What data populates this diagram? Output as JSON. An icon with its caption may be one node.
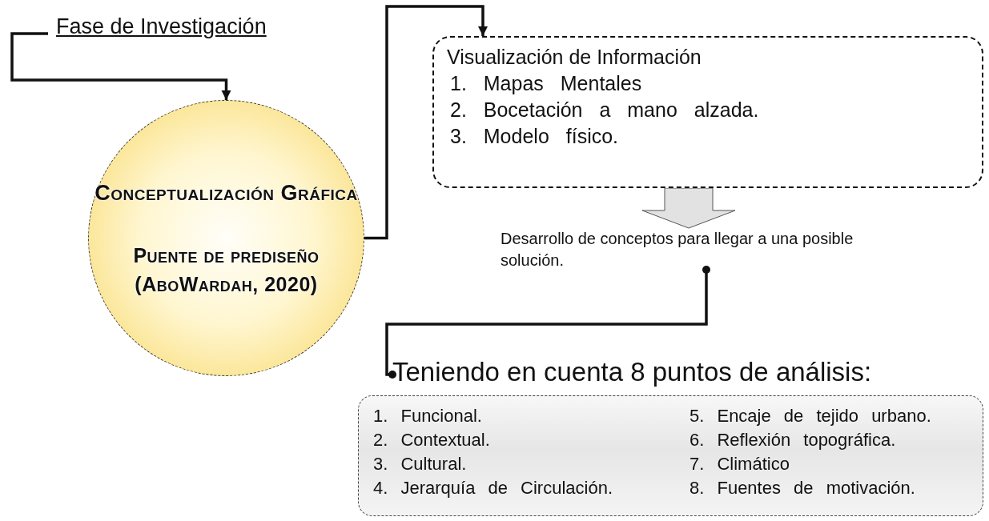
{
  "diagram": {
    "nodes": [
      {
        "text": [
          "Fase de Investigación"
        ]
      },
      {
        "text": [
          "Conceptualización Gráfica",
          "Puente de prediseño (AboWardah, 2020)"
        ]
      },
      {
        "text": [
          "Visualización de Información",
          "1. Mapas Mentales",
          "2. Bocetación a mano alzada.",
          "3. Modelo físico."
        ]
      },
      {
        "text": [
          "Desarrollo de conceptos para llegar a una posible solución."
        ]
      },
      {
        "text": [
          "Teniendo en cuenta 8 puntos de análisis:"
        ]
      },
      {
        "text": [
          "1. Funcional.",
          "2. Contextual.",
          "3. Cultural.",
          "4. Jerarquía de Circulación.",
          "5. Encaje de tejido urbano.",
          "6. Reflexión topográfica.",
          "7. Climático",
          "8. Fuentes de motivación."
        ]
      }
    ],
    "edges": [
      {
        "from": 0,
        "to": 1,
        "arrow": "to"
      },
      {
        "from": 1,
        "to": 2,
        "arrow": "to"
      },
      {
        "from": 2,
        "to": 3,
        "arrow": "to",
        "style": "thick"
      },
      {
        "from": 3,
        "to": 4,
        "arrow": "other"
      }
    ]
  }
}
